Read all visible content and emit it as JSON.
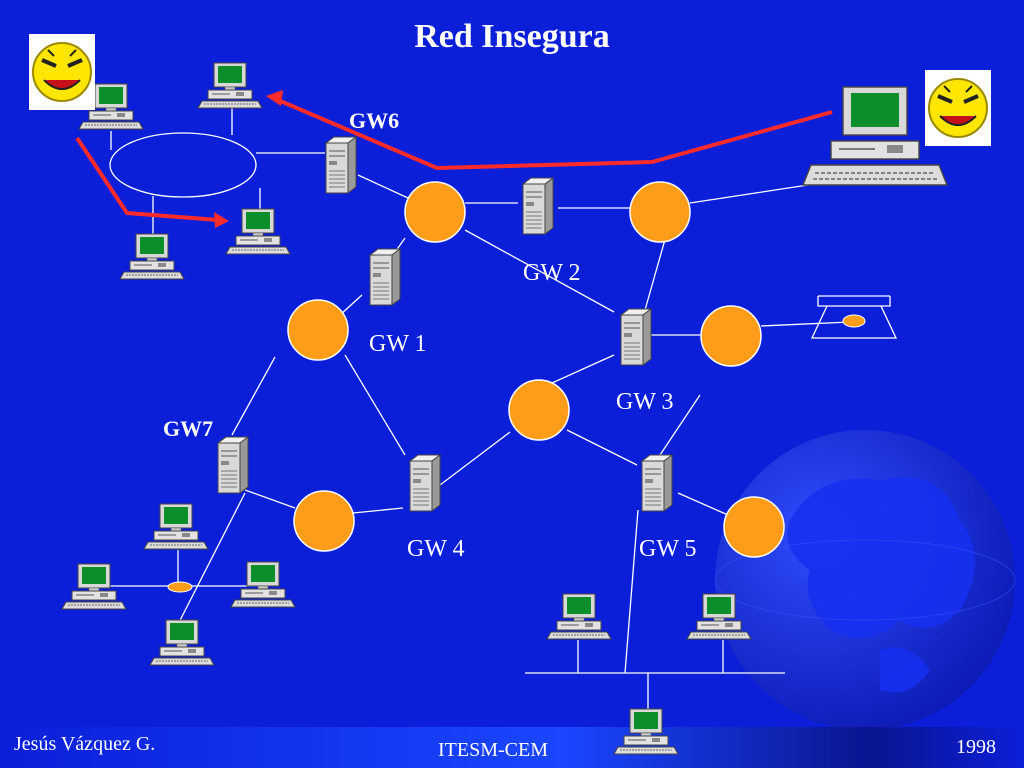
{
  "slide": {
    "title": "Red Insegura",
    "gateways": {
      "gw6": "GW6",
      "gw7": "GW7",
      "gw1": "GW 1",
      "gw2": "GW 2",
      "gw3": "GW 3",
      "gw4": "GW 4",
      "gw5": "GW 5"
    },
    "footer": {
      "author": "Jesús Vázquez G.",
      "institution": "ITESM-CEM",
      "year": "1998"
    }
  },
  "colors": {
    "background": "#0b1fd8",
    "node": "#ff9c1a",
    "attack_path": "#ff2a2a",
    "screen": "#0c8f2a",
    "line": "#ffffff"
  },
  "icons": [
    "smiley-face-icon",
    "computer-icon",
    "server-icon",
    "globe-icon",
    "router-node-icon"
  ]
}
